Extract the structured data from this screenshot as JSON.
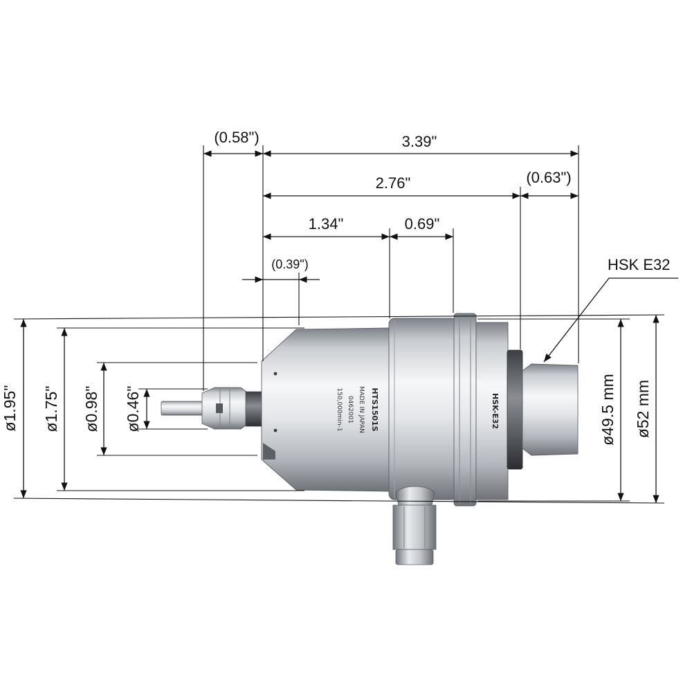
{
  "dimensions": {
    "overall_length": "3.39\"",
    "collet_length": "(0.58\")",
    "body_length": "2.76\"",
    "shank_length": "(0.63\")",
    "nose_length": "1.34\"",
    "housing_length": "0.69\"",
    "nut_length": "(0.39\")",
    "dia_max": "ø1.95\"",
    "dia_body": "ø1.75\"",
    "dia_nose": "ø0.98\"",
    "dia_collet": "ø0.46\"",
    "dia_flange_mm": "ø52 mm",
    "dia_shank_mm": "ø49.5 mm"
  },
  "labels": {
    "shank_type": "HSK E32"
  },
  "engraving": {
    "model": "HTS1501S",
    "made_in": "MADE IN JAPAN",
    "serial": "0462001",
    "speed": "150,000min-1",
    "shank_marking": "HSK-E32"
  },
  "colors": {
    "line": "#111111",
    "metal_light": "#f2f3f5",
    "metal_dark": "#8c9096",
    "background": "#ffffff"
  }
}
